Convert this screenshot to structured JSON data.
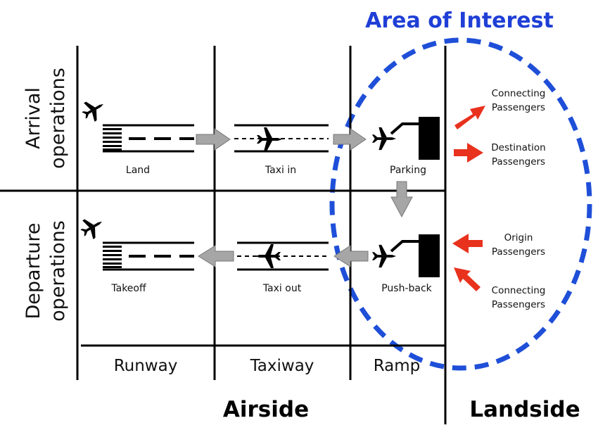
{
  "title": "Area of Interest",
  "colors": {
    "title": "#1f3fd6",
    "ellipse": "#1f4fd8",
    "passenger_arrow": "#e8321e",
    "flow_arrow": "#a6a6a6",
    "line": "#000000"
  },
  "rows": {
    "arrival": {
      "line1": "Arrival",
      "line2": "operations"
    },
    "departure": {
      "line1": "Departure",
      "line2": "operations"
    }
  },
  "steps": {
    "land": "Land",
    "taxi_in": "Taxi in",
    "parking": "Parking",
    "takeoff": "Takeoff",
    "taxi_out": "Taxi out",
    "push_back": "Push-back"
  },
  "zones": {
    "runway": "Runway",
    "taxiway": "Taxiway",
    "ramp": "Ramp"
  },
  "sides": {
    "airside": "Airside",
    "landside": "Landside"
  },
  "passengers": {
    "arrival_connecting": {
      "line1": "Connecting",
      "line2": "Passengers"
    },
    "destination": {
      "line1": "Destination",
      "line2": "Passengers"
    },
    "origin": {
      "line1": "Origin",
      "line2": "Passengers"
    },
    "departure_connecting": {
      "line1": "Connecting",
      "line2": "Passengers"
    }
  },
  "icons": {
    "airplane": "airplane-icon",
    "terminal": "terminal-gate-icon",
    "threshold": "runway-threshold-icon"
  }
}
